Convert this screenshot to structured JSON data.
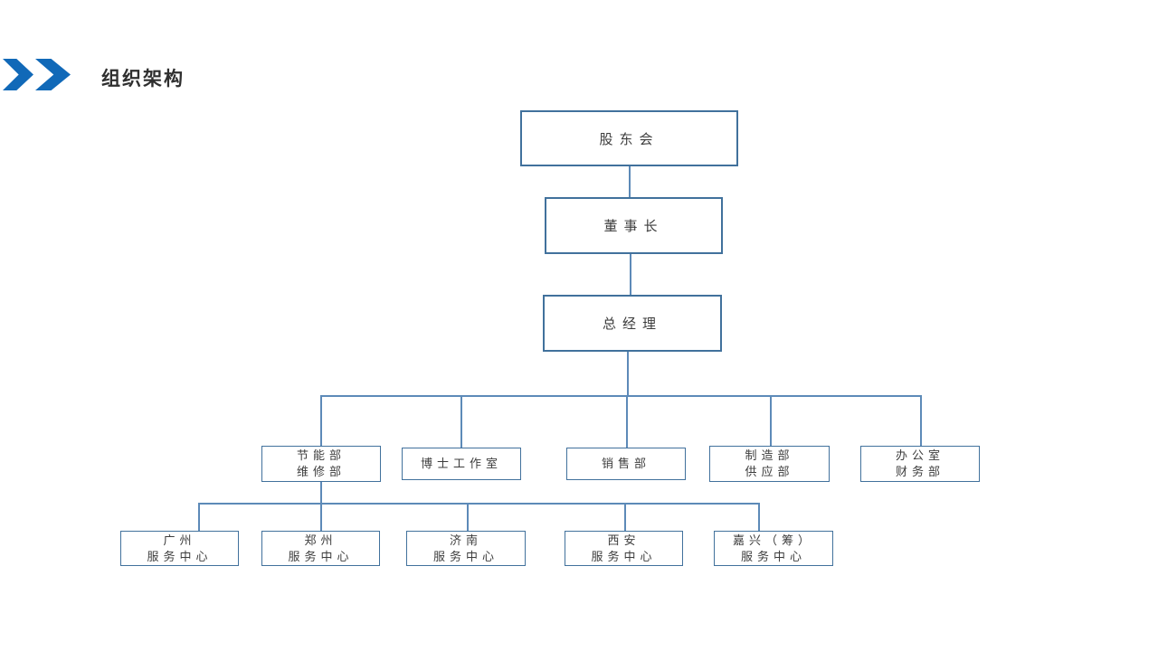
{
  "colors": {
    "accent_blue": "#1169b8",
    "box_border": "#41719c",
    "connector_line": "#5d8ab8",
    "box_text": "#3d3d3d",
    "title_text": "#2f2f2f"
  },
  "header": {
    "title": "组织架构"
  },
  "chart": {
    "type": "org-chart",
    "level1": {
      "label": "股东会"
    },
    "level2": {
      "label": "董事长"
    },
    "level3": {
      "label": "总经理"
    },
    "departments": [
      {
        "lines": [
          "节能部",
          "维修部"
        ]
      },
      {
        "lines": [
          "博士工作室"
        ]
      },
      {
        "lines": [
          "销售部"
        ]
      },
      {
        "lines": [
          "制造部",
          "供应部"
        ]
      },
      {
        "lines": [
          "办公室",
          "财务部"
        ]
      }
    ],
    "service_centers": [
      {
        "lines": [
          "广州",
          "服务中心"
        ]
      },
      {
        "lines": [
          "郑州",
          "服务中心"
        ]
      },
      {
        "lines": [
          "济南",
          "服务中心"
        ]
      },
      {
        "lines": [
          "西安",
          "服务中心"
        ]
      },
      {
        "lines": [
          "嘉兴（筹）",
          "服务中心"
        ]
      }
    ]
  }
}
